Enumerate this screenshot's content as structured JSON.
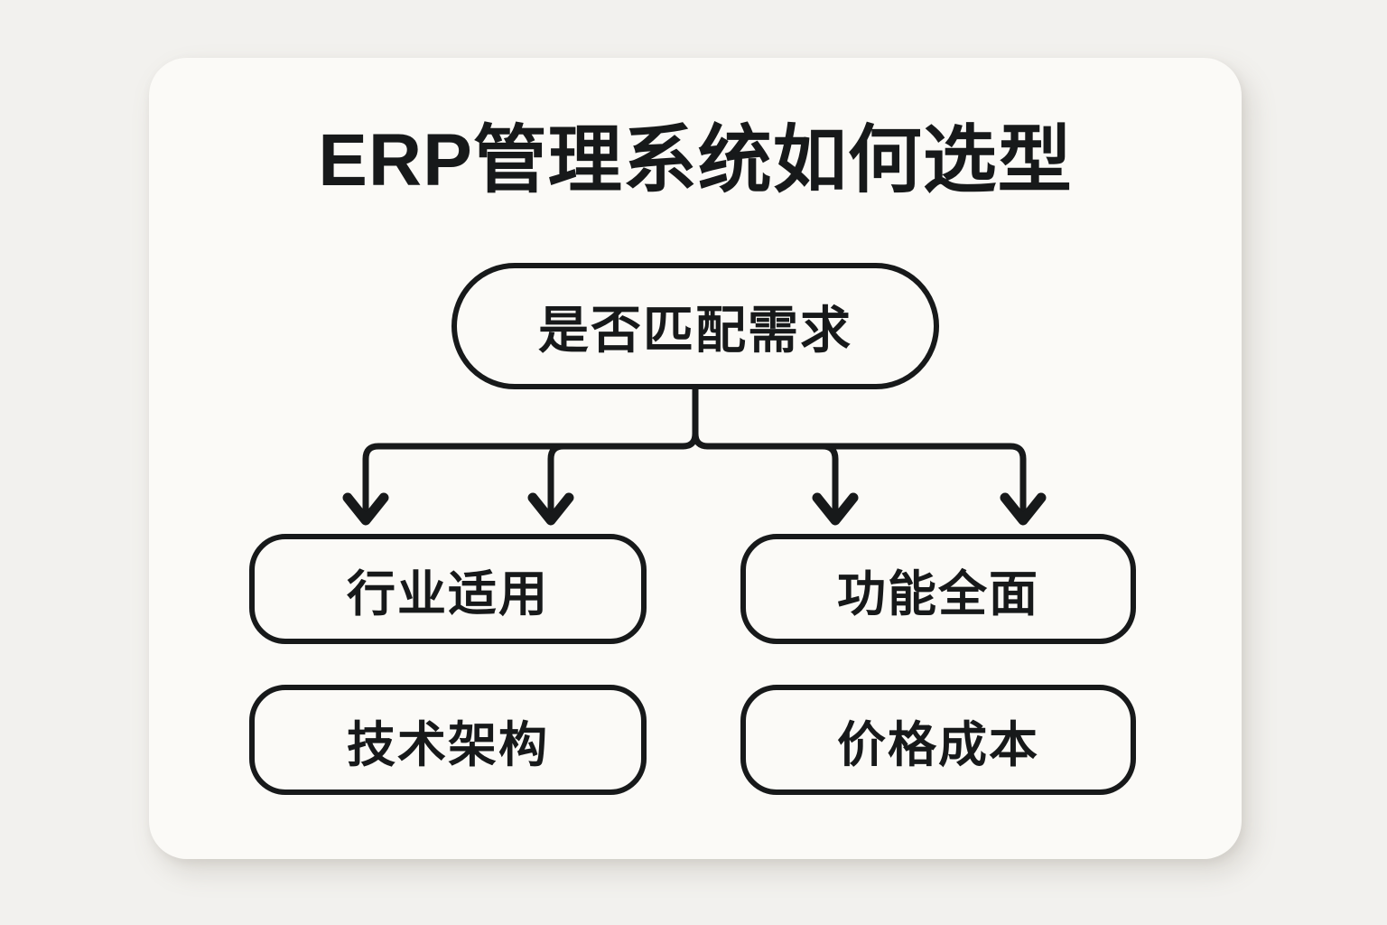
{
  "page": {
    "background_color": "#f2f1ee",
    "card_color": "#fbfaf7",
    "ink_color": "#17191a"
  },
  "card": {
    "title": "ERP管理系统如何选型"
  },
  "diagram": {
    "type": "flowchart",
    "orientation": "top-down",
    "root": {
      "label": "是否匹配需求",
      "shape": "pill"
    },
    "children": [
      {
        "label": "行业适用",
        "shape": "rounded-rect",
        "column": "left",
        "row": 1
      },
      {
        "label": "功能全面",
        "shape": "rounded-rect",
        "column": "right",
        "row": 1
      },
      {
        "label": "技术架构",
        "shape": "rounded-rect",
        "column": "left",
        "row": 2
      },
      {
        "label": "价格成本",
        "shape": "rounded-rect",
        "column": "right",
        "row": 2
      }
    ],
    "connectors": {
      "style": "elbow-with-arrowhead",
      "count": 4,
      "bus": "horizontal"
    }
  }
}
